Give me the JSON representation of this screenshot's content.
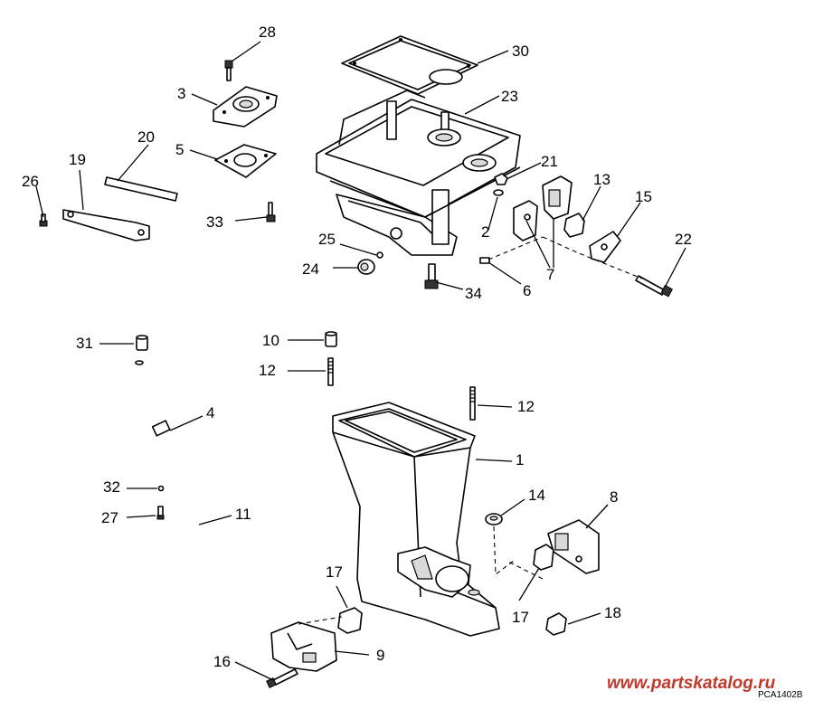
{
  "labels": {
    "l1": "1",
    "l2": "2",
    "l3": "3",
    "l4": "4",
    "l5": "5",
    "l6": "6",
    "l7": "7",
    "l8": "8",
    "l9": "9",
    "l10": "10",
    "l11": "11",
    "l12a": "12",
    "l12b": "12",
    "l13": "13",
    "l14": "14",
    "l15": "15",
    "l16": "16",
    "l17a": "17",
    "l17b": "17",
    "l18": "18",
    "l19": "19",
    "l20": "20",
    "l21": "21",
    "l22": "22",
    "l23": "23",
    "l24": "24",
    "l25": "25",
    "l26": "26",
    "l27": "27",
    "l28": "28",
    "l30": "30",
    "l31": "31",
    "l32": "32",
    "l33": "33",
    "l34": "34"
  },
  "watermark": "www.partskatalog.ru",
  "diagram_code": "PCA1402B"
}
